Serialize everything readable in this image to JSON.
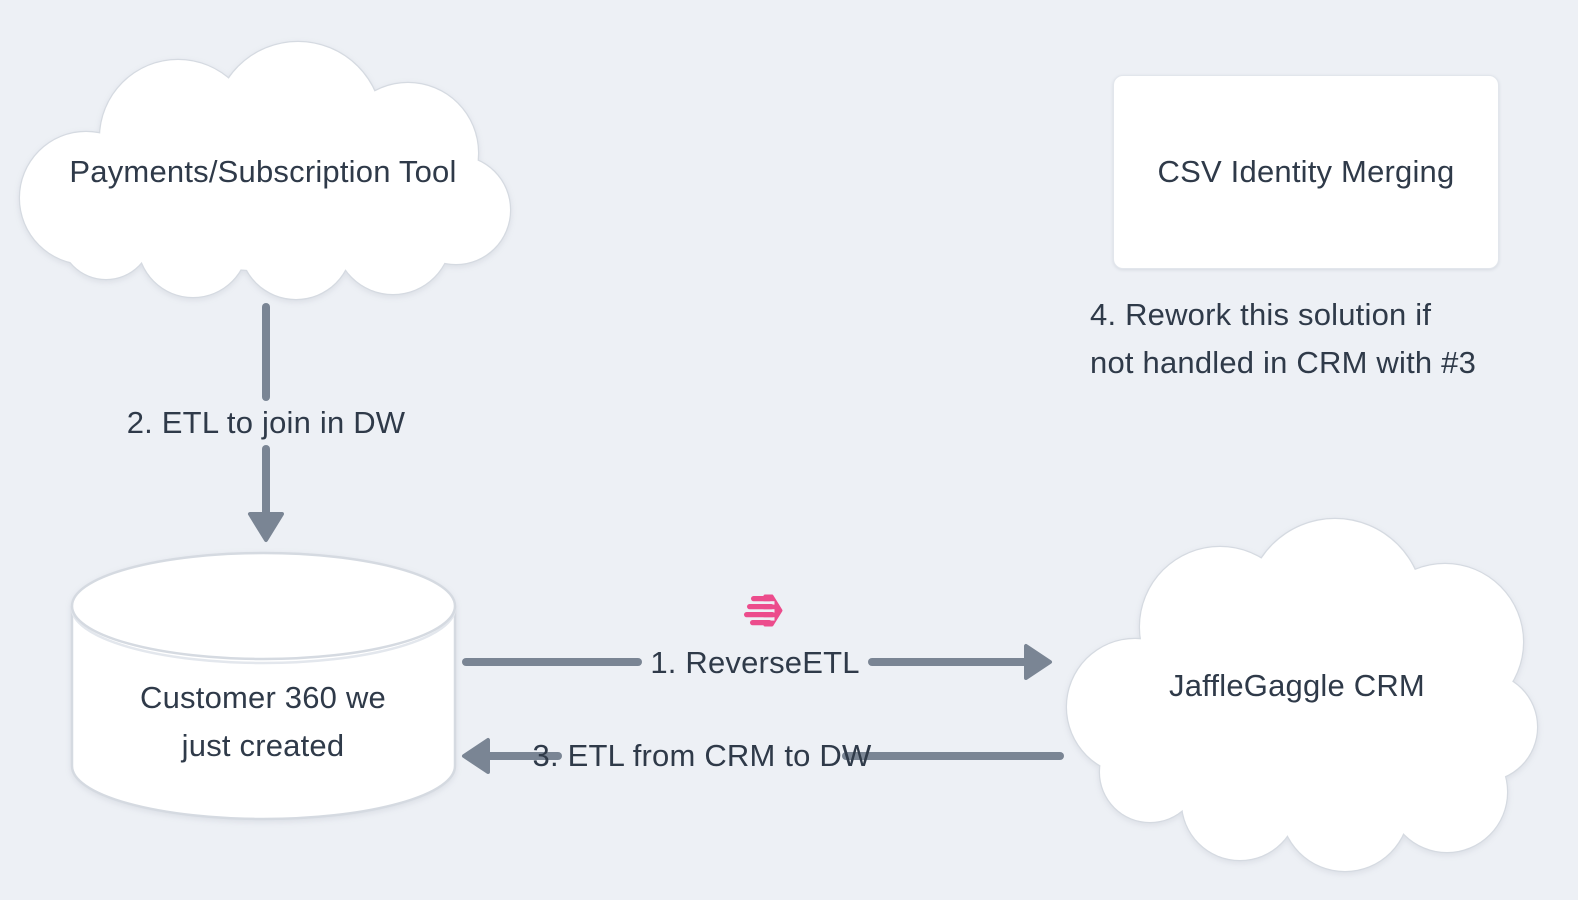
{
  "diagram": {
    "title_hint": "customer-360 data flow diagram",
    "nodes": {
      "payments_tool": {
        "shape": "cloud",
        "label": "Payments/Subscription Tool"
      },
      "csv_identity": {
        "shape": "card",
        "label": "CSV Identity Merging"
      },
      "customer_360": {
        "shape": "database-cylinder",
        "label": "Customer 360 we just created",
        "label_line1": "Customer 360 we",
        "label_line2": "just created"
      },
      "jafflegaggle_crm": {
        "shape": "cloud",
        "label": "JaffleGaggle CRM"
      }
    },
    "edges": [
      {
        "id": "reverse_etl",
        "label": "1. ReverseETL",
        "from": "customer_360",
        "to": "jafflegaggle_crm",
        "direction": "right",
        "icon": "hightouch-logo"
      },
      {
        "id": "etl_join_dw",
        "label": "2. ETL to join in DW",
        "from": "payments_tool",
        "to": "customer_360",
        "direction": "down"
      },
      {
        "id": "etl_from_crm",
        "label": "3. ETL from CRM to DW",
        "from": "jafflegaggle_crm",
        "to": "customer_360",
        "direction": "left"
      }
    ],
    "notes": {
      "rework_note": {
        "line1": "4. Rework this solution if",
        "line2": "not handled in CRM with #3"
      }
    },
    "colors": {
      "background": "#edf0f5",
      "node_fill": "#ffffff",
      "node_stroke": "#d5dae1",
      "text": "#2f3a49",
      "arrow": "#7a8594",
      "brand_pink": "#ec4c8c"
    }
  }
}
